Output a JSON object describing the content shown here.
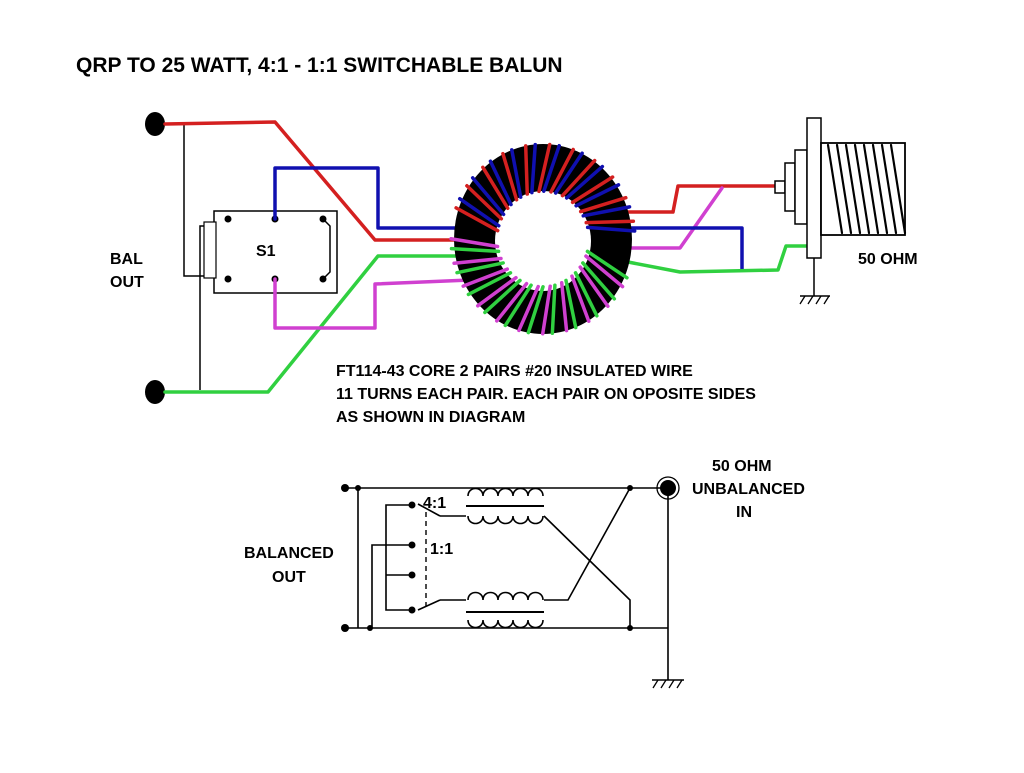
{
  "title": "QRP TO 25 WATT,  4:1 - 1:1 SWITCHABLE BALUN",
  "top_diagram": {
    "bal_out_line1": "BAL",
    "bal_out_line2": "OUT",
    "switch_label": "S1",
    "connector_label": "50 OHM",
    "notes": [
      "FT114-43 CORE   2 PAIRS #20 INSULATED WIRE",
      "11 TURNS EACH PAIR.  EACH PAIR ON OPOSITE SIDES",
      "AS SHOWN IN DIAGRAM"
    ]
  },
  "schematic": {
    "input_line1": "50 OHM",
    "input_line2": "UNBALANCED",
    "input_line3": "IN",
    "output_line1": "BALANCED",
    "output_line2": "OUT",
    "ratio_4_1": "4:1",
    "ratio_1_1": "1:1"
  },
  "colors": {
    "red": "#d42020",
    "blue": "#1010b0",
    "green": "#30d040",
    "magenta": "#d040d0",
    "core": "#000000"
  }
}
